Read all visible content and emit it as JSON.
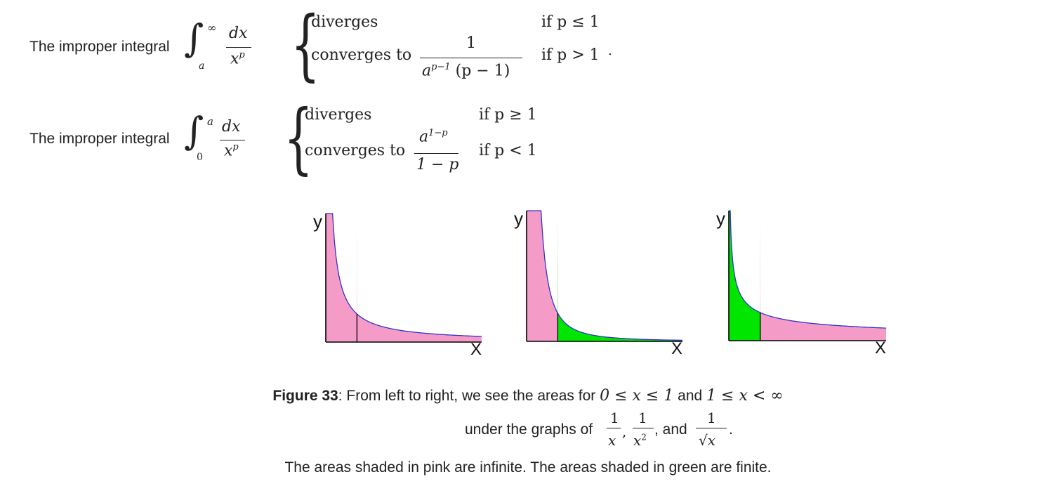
{
  "formula_1": {
    "lead_text": "The improper integral",
    "integral_lower": "a",
    "integral_upper": "∞",
    "integrand_num": "dx",
    "integrand_den": "x",
    "integrand_den_exp": "p",
    "case_1_text": "diverges",
    "case_1_cond": "if p ≤ 1",
    "case_2_text": "converges to",
    "case_2_frac_num": "1",
    "case_2_frac_den": "a",
    "case_2_frac_den_exp": "p−1",
    "case_2_frac_den_tail": "(p − 1)",
    "case_2_cond": "if p > 1",
    "trailing": "."
  },
  "formula_2": {
    "lead_text": "The improper integral",
    "integral_lower": "0",
    "integral_upper": "a",
    "integrand_num": "dx",
    "integrand_den": "x",
    "integrand_den_exp": "p",
    "case_1_text": "diverges",
    "case_1_cond": "if p ≥ 1",
    "case_2_text": "converges to",
    "case_2_frac_num": "a",
    "case_2_frac_num_exp": "1−p",
    "case_2_frac_den": "1 − p",
    "case_2_cond": "if p < 1"
  },
  "graphs": [
    {
      "function": "1/x",
      "ylabel": "y",
      "xlabel": "x",
      "left_region": "infinite",
      "right_region": "infinite"
    },
    {
      "function": "1/x^2",
      "ylabel": "y",
      "xlabel": "x",
      "left_region": "infinite",
      "right_region": "finite"
    },
    {
      "function": "1/sqrt(x)",
      "ylabel": "y",
      "xlabel": "x",
      "left_region": "finite",
      "right_region": "infinite"
    }
  ],
  "colors": {
    "infinite": "#f59bc8",
    "finite": "#00e600",
    "curve": "#3333cc",
    "axis": "#000000"
  },
  "caption": {
    "figure_label": "Figure 33",
    "line1_a": ": From left to right, we see the areas for ",
    "line1_math1": "0 ≤ x ≤ 1",
    "line1_and": " and ",
    "line1_math2": "1 ≤ x < ∞",
    "line2_a": "under the graphs of ",
    "frac1_num": "1",
    "frac1_den": "x",
    "frac2_num": "1",
    "frac2_den": "x",
    "frac2_den_exp": "2",
    "line2_and": ", and ",
    "frac3_num": "1",
    "frac3_den": "√x",
    "line2_end": ".",
    "line3": "The areas shaded in pink are infinite. The areas shaded in green are finite."
  }
}
